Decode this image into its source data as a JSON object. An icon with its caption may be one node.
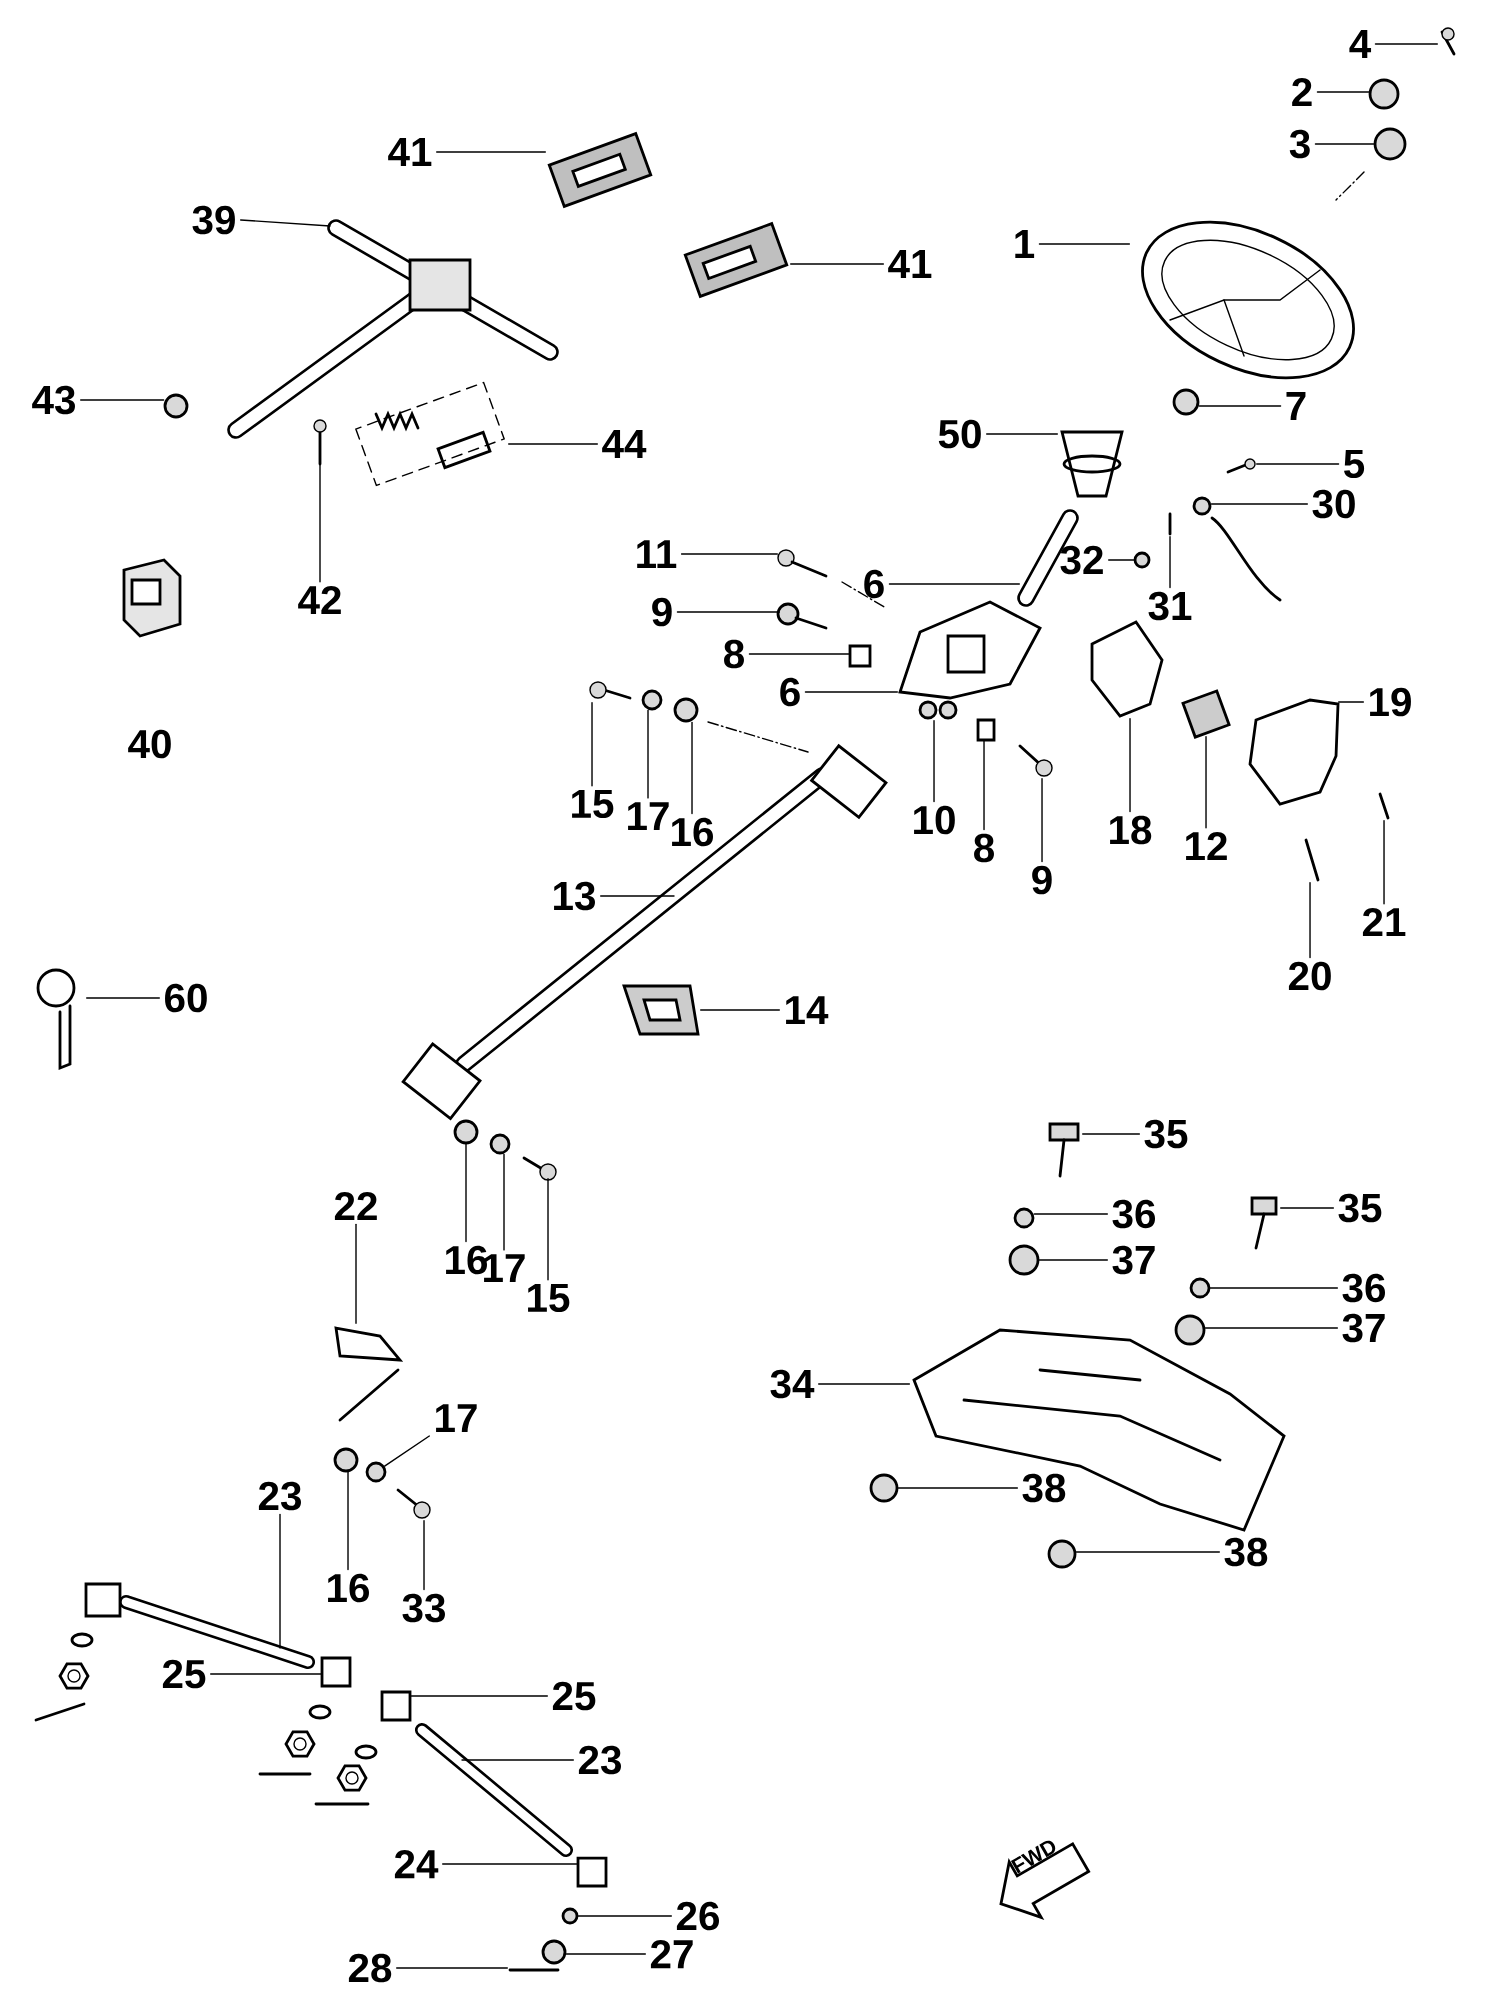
{
  "diagram": {
    "nodes": [
      {
        "text": [
          "4"
        ]
      },
      {
        "text": [
          "2"
        ]
      },
      {
        "text": [
          "3"
        ]
      },
      {
        "text": [
          "41"
        ]
      },
      {
        "text": [
          "1"
        ]
      },
      {
        "text": [
          "39"
        ]
      },
      {
        "text": [
          "41"
        ]
      },
      {
        "text": [
          "43"
        ]
      },
      {
        "text": [
          "7"
        ]
      },
      {
        "text": [
          "50"
        ]
      },
      {
        "text": [
          "44"
        ]
      },
      {
        "text": [
          "5"
        ]
      },
      {
        "text": [
          "30"
        ]
      },
      {
        "text": [
          "11"
        ]
      },
      {
        "text": [
          "6"
        ]
      },
      {
        "text": [
          "32"
        ]
      },
      {
        "text": [
          "31"
        ]
      },
      {
        "text": [
          "42"
        ]
      },
      {
        "text": [
          "9"
        ]
      },
      {
        "text": [
          "8"
        ]
      },
      {
        "text": [
          "6"
        ]
      },
      {
        "text": [
          "19"
        ]
      },
      {
        "text": [
          "15"
        ]
      },
      {
        "text": [
          "17"
        ]
      },
      {
        "text": [
          "16"
        ]
      },
      {
        "text": [
          "10"
        ]
      },
      {
        "text": [
          "8"
        ]
      },
      {
        "text": [
          "9"
        ]
      },
      {
        "text": [
          "18"
        ]
      },
      {
        "text": [
          "12"
        ]
      },
      {
        "text": [
          "13"
        ]
      },
      {
        "text": [
          "21"
        ]
      },
      {
        "text": [
          "20"
        ]
      },
      {
        "text": [
          "60"
        ]
      },
      {
        "text": [
          "14"
        ]
      },
      {
        "text": [
          "35"
        ]
      },
      {
        "text": [
          "36"
        ]
      },
      {
        "text": [
          "35"
        ]
      },
      {
        "text": [
          "22"
        ]
      },
      {
        "text": [
          "16"
        ]
      },
      {
        "text": [
          "17"
        ]
      },
      {
        "text": [
          "15"
        ]
      },
      {
        "text": [
          "37"
        ]
      },
      {
        "text": [
          "36"
        ]
      },
      {
        "text": [
          "37"
        ]
      },
      {
        "text": [
          "34"
        ]
      },
      {
        "text": [
          "17"
        ]
      },
      {
        "text": [
          "38"
        ]
      },
      {
        "text": [
          "16"
        ]
      },
      {
        "text": [
          "33"
        ]
      },
      {
        "text": [
          "38"
        ]
      },
      {
        "text": [
          "23"
        ]
      },
      {
        "text": [
          "25"
        ]
      },
      {
        "text": [
          "25"
        ]
      },
      {
        "text": [
          "23"
        ]
      },
      {
        "text": [
          "24"
        ]
      },
      {
        "text": [
          "26"
        ]
      },
      {
        "text": [
          "27"
        ]
      },
      {
        "text": [
          "28"
        ]
      },
      {
        "text": [],
        "shape": "picture"
      },
      {
        "text": [],
        "shape": "circle"
      },
      {
        "text": [],
        "shape": "circle"
      },
      {
        "text": [],
        "shape": "picture"
      },
      {
        "text": [],
        "shape": "picture"
      },
      {
        "text": [],
        "shape": "picture"
      },
      {
        "text": [],
        "shape": "circle"
      },
      {
        "text": [],
        "shape": "circle"
      },
      {
        "text": [],
        "shape": "picture"
      },
      {
        "text": [],
        "shape": "picture"
      },
      {
        "text": [],
        "shape": "picture"
      },
      {
        "text": [],
        "shape": "circle"
      },
      {
        "text": [],
        "shape": "picture"
      },
      {
        "text": [],
        "shape": "picture"
      },
      {
        "text": [],
        "shape": "circle"
      },
      {
        "text": [],
        "shape": "picture"
      },
      {
        "text": [],
        "shape": "picture"
      },
      {
        "text": [],
        "shape": "picture"
      },
      {
        "text": [],
        "shape": "box"
      },
      {
        "text": [],
        "shape": "picture"
      },
      {
        "text": [],
        "shape": "picture"
      },
      {
        "text": [],
        "shape": "picture"
      },
      {
        "text": [],
        "shape": "circle"
      },
      {
        "text": [],
        "shape": "circle"
      },
      {
        "text": [],
        "shape": "picture"
      },
      {
        "text": [],
        "shape": "box"
      },
      {
        "text": [],
        "shape": "picture"
      },
      {
        "text": [],
        "shape": "picture"
      },
      {
        "text": [],
        "shape": "picture"
      },
      {
        "text": [],
        "shape": "picture"
      },
      {
        "text": [],
        "shape": "picture"
      },
      {
        "text": [],
        "shape": "picture"
      },
      {
        "text": [],
        "shape": "picture"
      },
      {
        "text": [],
        "shape": "picture"
      },
      {
        "text": [],
        "shape": "circle"
      },
      {
        "text": [],
        "shape": "picture"
      },
      {
        "text": [],
        "shape": "picture"
      },
      {
        "text": [],
        "shape": "circle"
      },
      {
        "text": [],
        "shape": "circle"
      },
      {
        "text": [],
        "shape": "picture"
      },
      {
        "text": [],
        "shape": "circle"
      },
      {
        "text": [],
        "shape": "circle"
      },
      {
        "text": [],
        "shape": "circle"
      },
      {
        "text": [],
        "shape": "picture"
      },
      {
        "text": [],
        "shape": "circle"
      },
      {
        "text": [],
        "shape": "circle"
      },
      {
        "text": [],
        "shape": "circle"
      },
      {
        "text": [],
        "shape": "picture"
      },
      {
        "text": [],
        "shape": "circle"
      },
      {
        "text": [],
        "shape": "box"
      },
      {
        "text": [],
        "shape": "box"
      },
      {
        "text": [],
        "shape": "box"
      },
      {
        "text": [],
        "shape": "circle"
      },
      {
        "text": [],
        "shape": "circle"
      },
      {
        "text": [],
        "shape": "picture"
      }
    ],
    "edges": [
      {
        "from": 0,
        "to": 59,
        "arrow": "none"
      },
      {
        "from": 1,
        "to": 60,
        "arrow": "none"
      },
      {
        "from": 2,
        "to": 61,
        "arrow": "none"
      },
      {
        "from": 3,
        "to": 62,
        "arrow": "none"
      },
      {
        "from": 4,
        "to": 63,
        "arrow": "none"
      },
      {
        "from": 5,
        "to": null,
        "arrow": "none"
      },
      {
        "from": 6,
        "to": 64,
        "arrow": "none"
      },
      {
        "from": 7,
        "to": 65,
        "arrow": "none"
      },
      {
        "from": 8,
        "to": 66,
        "arrow": "none"
      },
      {
        "from": 9,
        "to": 67,
        "arrow": "none"
      },
      {
        "from": 10,
        "to": 68,
        "arrow": "none"
      },
      {
        "from": 11,
        "to": 69,
        "arrow": "none"
      },
      {
        "from": 12,
        "to": 70,
        "arrow": "none"
      },
      {
        "from": 13,
        "to": 71,
        "arrow": "none"
      },
      {
        "from": 14,
        "to": 72,
        "arrow": "none"
      },
      {
        "from": 15,
        "to": 73,
        "arrow": "none"
      },
      {
        "from": 16,
        "to": 74,
        "arrow": "none"
      },
      {
        "from": 17,
        "to": 75,
        "arrow": "none"
      },
      {
        "from": 18,
        "to": 76,
        "arrow": "none"
      },
      {
        "from": 19,
        "to": 77,
        "arrow": "none"
      },
      {
        "from": 20,
        "to": 78,
        "arrow": "none"
      },
      {
        "from": 21,
        "to": 79,
        "arrow": "none"
      },
      {
        "from": 22,
        "to": 80,
        "arrow": "none"
      },
      {
        "from": 23,
        "to": 81,
        "arrow": "none"
      },
      {
        "from": 24,
        "to": 82,
        "arrow": "none"
      },
      {
        "from": 25,
        "to": 83,
        "arrow": "none"
      },
      {
        "from": 26,
        "to": 84,
        "arrow": "none"
      },
      {
        "from": 27,
        "to": 85,
        "arrow": "none"
      },
      {
        "from": 28,
        "to": 86,
        "arrow": "none"
      },
      {
        "from": 29,
        "to": 87,
        "arrow": "none"
      },
      {
        "from": 30,
        "to": null,
        "arrow": "none"
      },
      {
        "from": 31,
        "to": 88,
        "arrow": "none"
      },
      {
        "from": 32,
        "to": 89,
        "arrow": "none"
      },
      {
        "from": 33,
        "to": 90,
        "arrow": "none"
      },
      {
        "from": 34,
        "to": 91,
        "arrow": "none"
      },
      {
        "from": 35,
        "to": 92,
        "arrow": "none"
      },
      {
        "from": 36,
        "to": 93,
        "arrow": "none"
      },
      {
        "from": 37,
        "to": 94,
        "arrow": "none"
      },
      {
        "from": 38,
        "to": 95,
        "arrow": "none"
      },
      {
        "from": 39,
        "to": 96,
        "arrow": "none"
      },
      {
        "from": 40,
        "to": 97,
        "arrow": "none"
      },
      {
        "from": 41,
        "to": 98,
        "arrow": "none"
      },
      {
        "from": 42,
        "to": 99,
        "arrow": "none"
      },
      {
        "from": 43,
        "to": 100,
        "arrow": "none"
      },
      {
        "from": 44,
        "to": 101,
        "arrow": "none"
      },
      {
        "from": 45,
        "to": 102,
        "arrow": "none"
      },
      {
        "from": 46,
        "to": 103,
        "arrow": "none"
      },
      {
        "from": 47,
        "to": 104,
        "arrow": "none"
      },
      {
        "from": 48,
        "to": 105,
        "arrow": "none"
      },
      {
        "from": 49,
        "to": 106,
        "arrow": "none"
      },
      {
        "from": 50,
        "to": 107,
        "arrow": "none"
      },
      {
        "from": 51,
        "to": null,
        "arrow": "none"
      },
      {
        "from": 52,
        "to": 108,
        "arrow": "none"
      },
      {
        "from": 53,
        "to": 109,
        "arrow": "none"
      },
      {
        "from": 54,
        "to": null,
        "arrow": "none"
      },
      {
        "from": 55,
        "to": 110,
        "arrow": "none"
      },
      {
        "from": 56,
        "to": 111,
        "arrow": "none"
      },
      {
        "from": 57,
        "to": 112,
        "arrow": "none"
      },
      {
        "from": 58,
        "to": 113,
        "arrow": "none"
      }
    ],
    "labels": [
      "40",
      "FWD"
    ]
  }
}
